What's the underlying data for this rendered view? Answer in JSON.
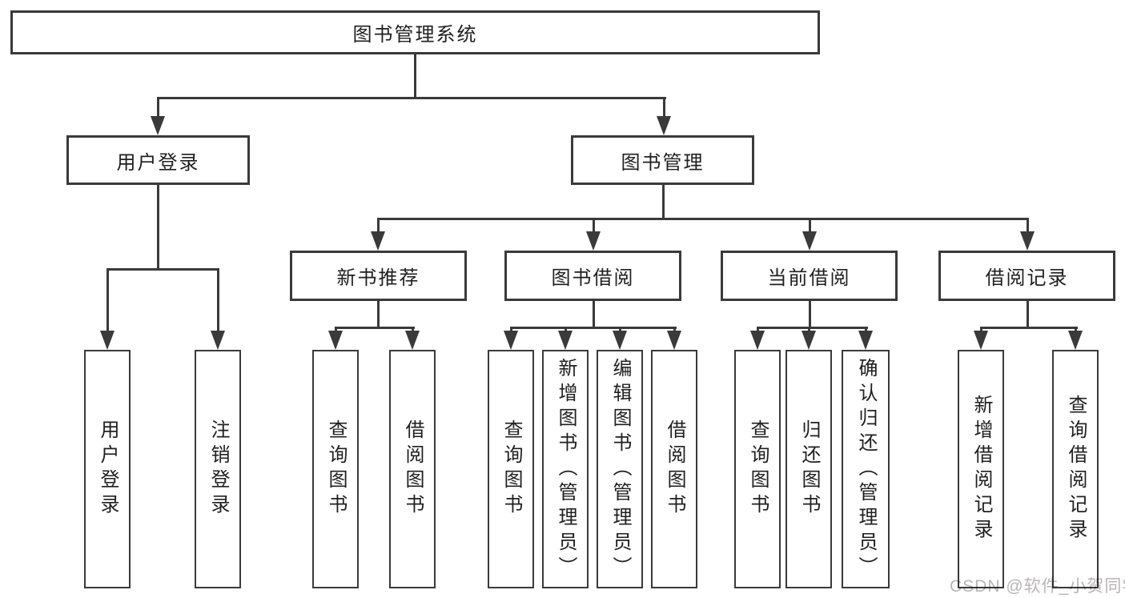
{
  "nodes": {
    "root": "图书管理系统",
    "user_login": "用户登录",
    "book_mgmt": "图书管理",
    "new_book": "新书推荐",
    "book_borrow": "图书借阅",
    "current_borrow": "当前借阅",
    "borrow_record": "借阅记录"
  },
  "leaves": {
    "user_login": [
      "用户登录",
      "注销登录"
    ],
    "new_book": [
      "查询图书",
      "借阅图书"
    ],
    "book_borrow": [
      "查询图书",
      "新增图书（管理员）",
      "编辑图书（管理员）",
      "借阅图书"
    ],
    "current_borrow": [
      "查询图书",
      "归还图书",
      "确认归还（管理员）"
    ],
    "borrow_record": [
      "新增借阅记录",
      "查询借阅记录"
    ]
  },
  "watermark": {
    "text": "CSDN @软件_小贺同学"
  },
  "colors": {
    "line": "#3a3a3a",
    "border": "#3a3a3a",
    "fill": "#ffffff",
    "text": "#1f1f1f",
    "watermark": "#b8b5b5",
    "background": "#ffffff"
  }
}
